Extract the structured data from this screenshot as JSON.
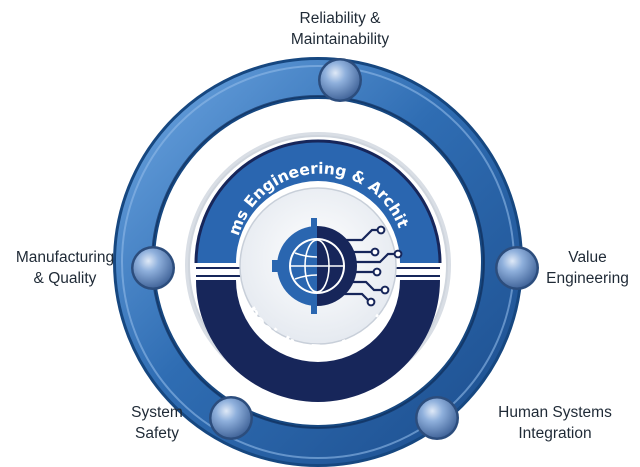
{
  "center": {
    "top_title": "Systems Engineering & Architecture",
    "bottom_title": "Specialty Engineering",
    "icon": "gear-globe-circuit-icon"
  },
  "nodes": [
    {
      "id": "top",
      "lines": [
        "Reliability &",
        "Maintainability"
      ]
    },
    {
      "id": "left",
      "lines": [
        "Manufacturing",
        "& Quality"
      ]
    },
    {
      "id": "right",
      "lines": [
        "Value",
        "Engineering"
      ]
    },
    {
      "id": "bottom-left",
      "lines": [
        "System",
        "Safety"
      ]
    },
    {
      "id": "bottom-right",
      "lines": [
        "Human Systems",
        "Integration"
      ]
    }
  ],
  "colors": {
    "ring": "#2f6db3",
    "ring_light": "#5b95d6",
    "band_top": "#2a66b0",
    "band_bottom": "#17265a",
    "node": "#5f89c4",
    "text": "#1f2a36"
  }
}
